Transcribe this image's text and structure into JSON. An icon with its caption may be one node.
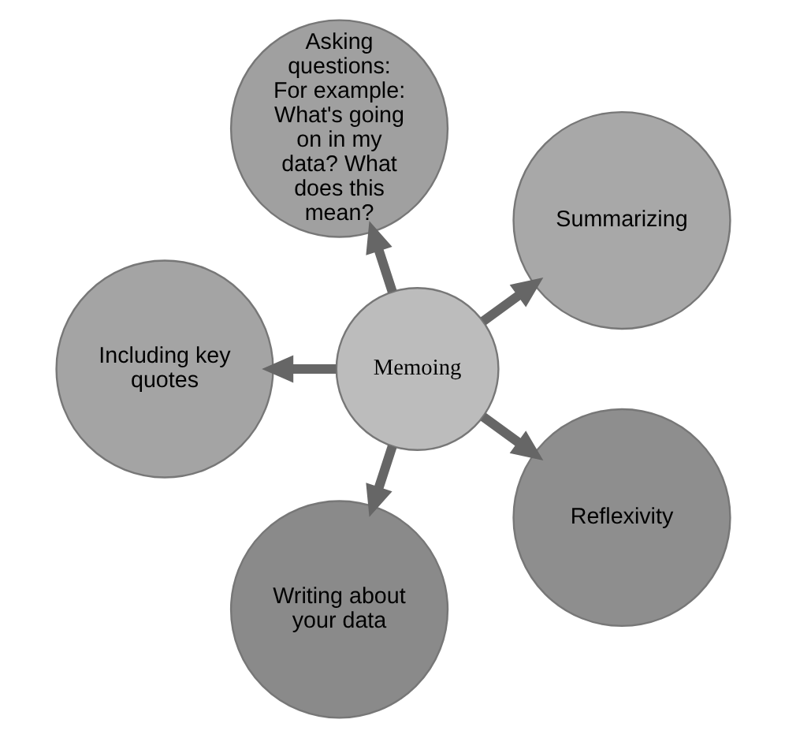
{
  "diagram": {
    "nodes": [
      {
        "text": [
          "Summarizing"
        ]
      },
      {
        "text": [
          "Asking questions: For example: What's going on in my data? What does this mean?"
        ]
      },
      {
        "text": [
          "Including key quotes"
        ]
      },
      {
        "text": [
          "Memoing"
        ]
      },
      {
        "text": [
          "Writing about your data"
        ]
      },
      {
        "text": [
          "Reflexivity"
        ]
      }
    ],
    "edges": [
      {
        "from": 3,
        "to": 0,
        "arrow": "to"
      },
      {
        "from": 3,
        "to": 2,
        "arrow": "to"
      },
      {
        "from": 3,
        "to": 5,
        "arrow": "to"
      },
      {
        "from": 3,
        "to": 4,
        "arrow": "to"
      },
      {
        "from": 3,
        "to": 1,
        "arrow": "to"
      }
    ]
  }
}
